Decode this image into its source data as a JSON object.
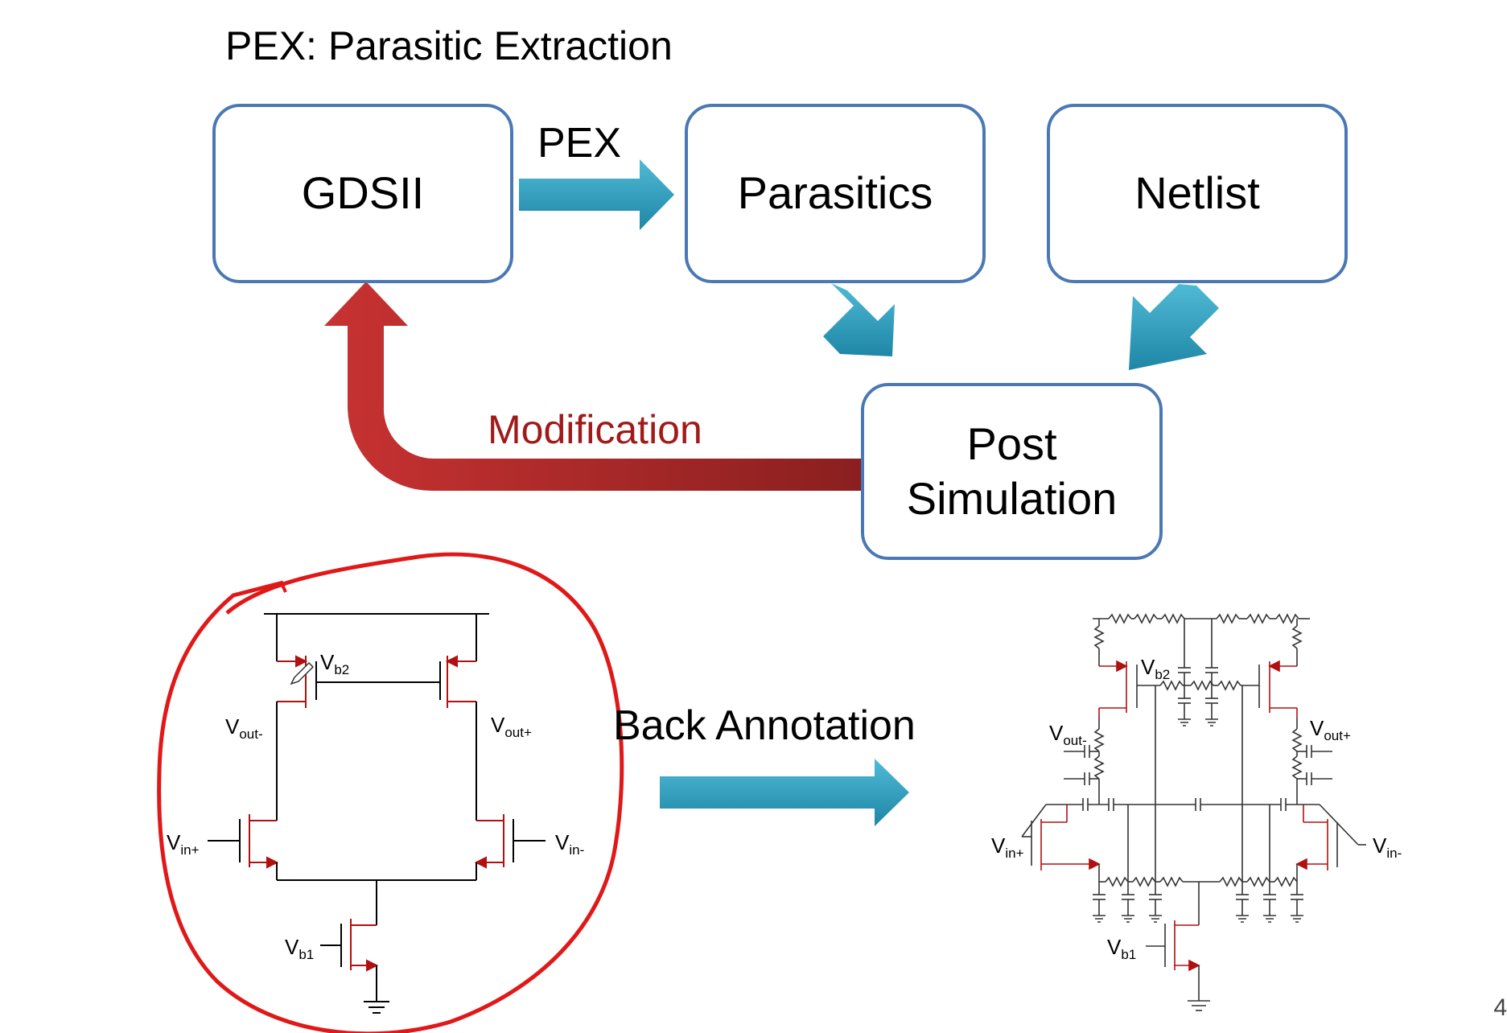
{
  "slide": {
    "title": "PEX: Parasitic Extraction",
    "page_number": "4"
  },
  "flow": {
    "gdsii": "GDSII",
    "parasitics": "Parasitics",
    "netlist": "Netlist",
    "post_simulation": "Post Simulation",
    "pex_arrow_label": "PEX",
    "modification_label": "Modification"
  },
  "back_annotation": {
    "label": "Back Annotation"
  },
  "schematic_left": {
    "vb2": "V",
    "vb2_sub": "b2",
    "vout_minus": "V",
    "vout_minus_sub": "out-",
    "vout_plus": "V",
    "vout_plus_sub": "out+",
    "vin_plus": "V",
    "vin_plus_sub": "in+",
    "vin_minus": "V",
    "vin_minus_sub": "in-",
    "vb1": "V",
    "vb1_sub": "b1"
  },
  "schematic_right": {
    "vb2": "V",
    "vb2_sub": "b2",
    "vout_minus": "V",
    "vout_minus_sub": "out-",
    "vout_plus": "V",
    "vout_plus_sub": "out+",
    "vin_plus": "V",
    "vin_plus_sub": "in+",
    "vin_minus": "V",
    "vin_minus_sub": "in-",
    "vb1": "V",
    "vb1_sub": "b1"
  },
  "colors": {
    "box_border": "#4a78b4",
    "blue_arrow": "#2f9fc0",
    "red_arrow": "#b52a2a",
    "annotation_circle": "#e01818",
    "transistor_red": "#b01010"
  }
}
